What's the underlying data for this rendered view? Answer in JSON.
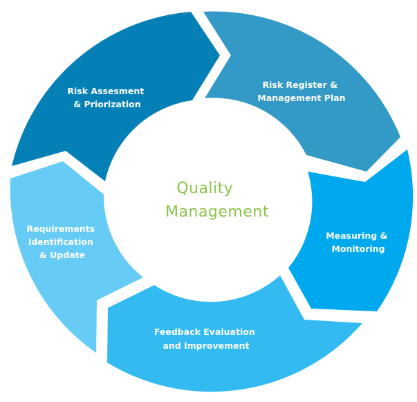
{
  "title": "Quality Management Cycle",
  "center": {
    "lines": [
      "Quality",
      "Management"
    ],
    "color": "#8BC34A"
  },
  "segments": [
    {
      "id": "risk-assessment",
      "lines": [
        "Risk Assesment",
        "& Priorization"
      ],
      "color": "#0580B6"
    },
    {
      "id": "risk-register",
      "lines": [
        "Risk Register &",
        "Management Plan"
      ],
      "color": "#3399C6"
    },
    {
      "id": "measuring-monitoring",
      "lines": [
        "Measuring &",
        "Monitoring"
      ],
      "color": "#00A8EE"
    },
    {
      "id": "feedback-evaluation",
      "lines": [
        "Feedback Evaluation",
        "and Improvement"
      ],
      "color": "#33BAF0"
    },
    {
      "id": "requirements-identification",
      "lines": [
        "Requirements",
        "Identification",
        "& Update"
      ],
      "color": "#66CCF5"
    }
  ]
}
